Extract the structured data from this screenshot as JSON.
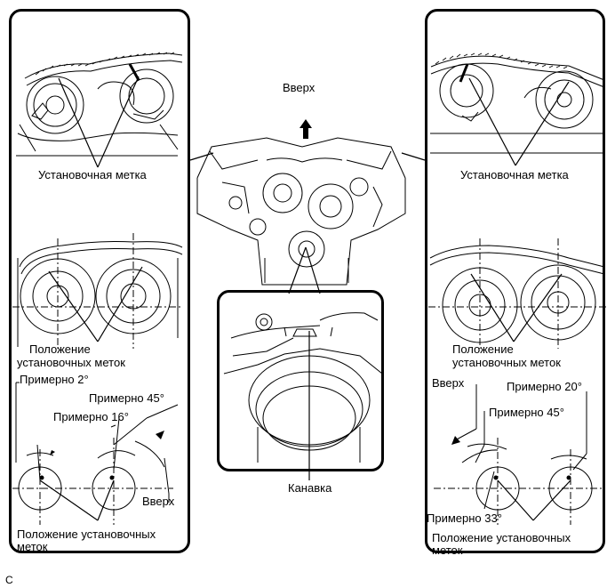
{
  "center": {
    "up_label": "Вверх",
    "groove_label": "Канавка"
  },
  "left_panel": {
    "timing_mark_label": "Установочная метка",
    "mark_position_label_line1": "Положение",
    "mark_position_label_line2": "установочных меток",
    "approx_2": "Примерно 2°",
    "approx_45": "Примерно 45°",
    "approx_16": "Примерно 16°",
    "up_label": "Вверх",
    "bottom_label_line1": "Положение установочных",
    "bottom_label_line2": "меток"
  },
  "right_panel": {
    "timing_mark_label": "Установочная метка",
    "mark_position_label_line1": "Положение",
    "mark_position_label_line2": "установочных меток",
    "up_label": "Вверх",
    "approx_20": "Примерно 20°",
    "approx_45": "Примерно 45°",
    "approx_33": "Примерно 33°",
    "bottom_label_line1": "Положение установочных",
    "bottom_label_line2": "меток"
  },
  "footer": {
    "code": "C"
  }
}
